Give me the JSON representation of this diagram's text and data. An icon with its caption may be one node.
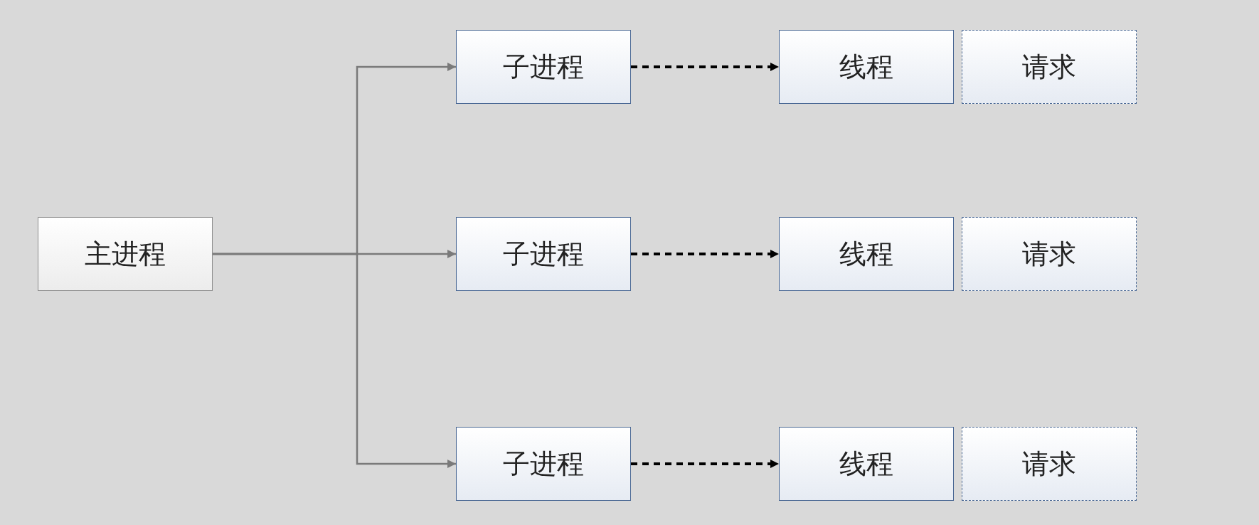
{
  "diagram": {
    "nodes": [
      {
        "text": [
          "主进程"
        ]
      },
      {
        "text": [
          "子进程"
        ]
      },
      {
        "text": [
          "线程"
        ]
      },
      {
        "text": [
          "请求"
        ]
      },
      {
        "text": [
          "子进程"
        ]
      },
      {
        "text": [
          "线程"
        ]
      },
      {
        "text": [
          "请求"
        ]
      },
      {
        "text": [
          "子进程"
        ]
      },
      {
        "text": [
          "线程"
        ]
      },
      {
        "text": [
          "请求"
        ]
      }
    ],
    "edges": [
      {
        "from": 0,
        "to": 1,
        "arrow": "to",
        "color": "#7a7a7a"
      },
      {
        "from": 0,
        "to": 4,
        "arrow": "to",
        "color": "#7a7a7a"
      },
      {
        "from": 0,
        "to": 7,
        "arrow": "to",
        "color": "#7a7a7a"
      },
      {
        "from": 1,
        "to": 2,
        "arrow": "to",
        "style": "dashed",
        "color": "#000000"
      },
      {
        "from": 4,
        "to": 5,
        "arrow": "to",
        "style": "dashed",
        "color": "#000000"
      },
      {
        "from": 7,
        "to": 8,
        "arrow": "to",
        "style": "dashed",
        "color": "#000000"
      }
    ]
  }
}
